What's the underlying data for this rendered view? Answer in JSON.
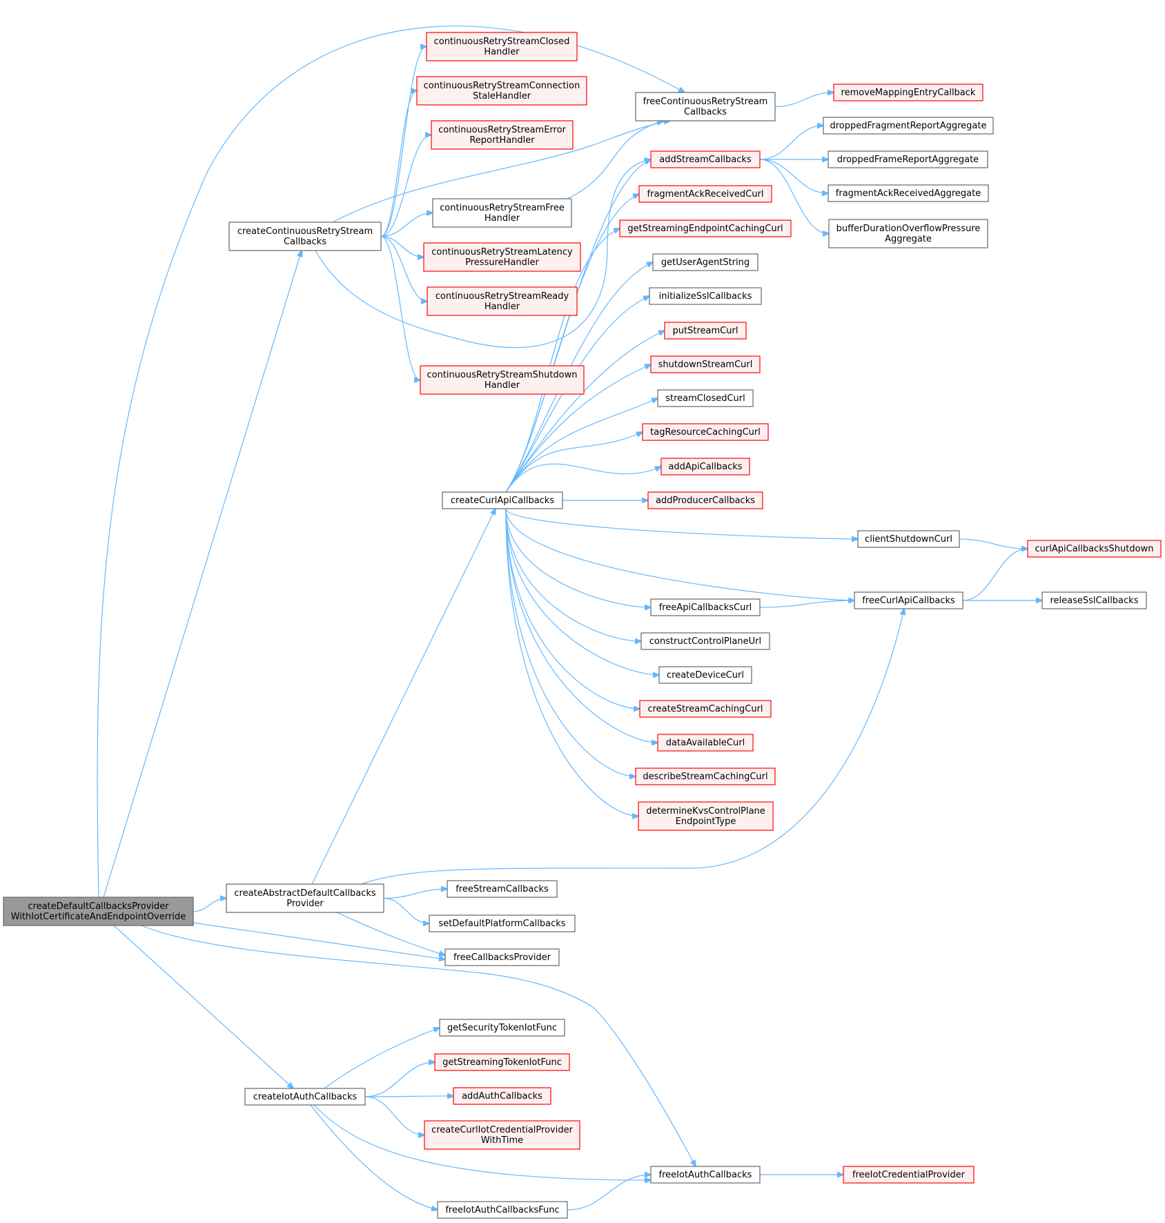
{
  "diagram": {
    "type": "call-graph",
    "colors": {
      "edge": "#63b8ff",
      "normal_fill": "#ffffff",
      "normal_border": "#666666",
      "red_fill": "#fff0f0",
      "red_border": "#ff0000",
      "root_fill": "#999999"
    },
    "nodes": [
      {
        "id": "root",
        "lines": [
          "createDefaultCallbacksProvider",
          "WithIotCertificateAndEndpointOverride"
        ],
        "style": "root"
      },
      {
        "id": "createContinuousRetryStreamCallbacks",
        "lines": [
          "createContinuousRetryStream",
          "Callbacks"
        ],
        "style": "normal"
      },
      {
        "id": "createAbstractDefaultCallbacksProvider",
        "lines": [
          "createAbstractDefaultCallbacks",
          "Provider"
        ],
        "style": "normal"
      },
      {
        "id": "createIotAuthCallbacks",
        "lines": [
          "createIotAuthCallbacks"
        ],
        "style": "normal"
      },
      {
        "id": "continuousRetryStreamClosedHandler",
        "lines": [
          "continuousRetryStreamClosed",
          "Handler"
        ],
        "style": "red"
      },
      {
        "id": "continuousRetryStreamConnectionStaleHandler",
        "lines": [
          "continuousRetryStreamConnection",
          "StaleHandler"
        ],
        "style": "red"
      },
      {
        "id": "continuousRetryStreamErrorReportHandler",
        "lines": [
          "continuousRetryStreamError",
          "ReportHandler"
        ],
        "style": "red"
      },
      {
        "id": "continuousRetryStreamFreeHandler",
        "lines": [
          "continuousRetryStreamFree",
          "Handler"
        ],
        "style": "normal"
      },
      {
        "id": "continuousRetryStreamLatencyPressureHandler",
        "lines": [
          "continuousRetryStreamLatency",
          "PressureHandler"
        ],
        "style": "red"
      },
      {
        "id": "continuousRetryStreamReadyHandler",
        "lines": [
          "continuousRetryStreamReady",
          "Handler"
        ],
        "style": "red"
      },
      {
        "id": "continuousRetryStreamShutdownHandler",
        "lines": [
          "continuousRetryStreamShutdown",
          "Handler"
        ],
        "style": "red"
      },
      {
        "id": "createCurlApiCallbacks",
        "lines": [
          "createCurlApiCallbacks"
        ],
        "style": "normal"
      },
      {
        "id": "freeStreamCallbacks",
        "lines": [
          "freeStreamCallbacks"
        ],
        "style": "normal"
      },
      {
        "id": "setDefaultPlatformCallbacks",
        "lines": [
          "setDefaultPlatformCallbacks"
        ],
        "style": "normal"
      },
      {
        "id": "freeCallbacksProvider",
        "lines": [
          "freeCallbacksProvider"
        ],
        "style": "normal"
      },
      {
        "id": "getSecurityTokenIotFunc",
        "lines": [
          "getSecurityTokenIotFunc"
        ],
        "style": "normal"
      },
      {
        "id": "getStreamingTokenIotFunc",
        "lines": [
          "getStreamingTokenIotFunc"
        ],
        "style": "red"
      },
      {
        "id": "addAuthCallbacks",
        "lines": [
          "addAuthCallbacks"
        ],
        "style": "red"
      },
      {
        "id": "createCurlIotCredentialProviderWithTime",
        "lines": [
          "createCurlIotCredentialProvider",
          "WithTime"
        ],
        "style": "red"
      },
      {
        "id": "freeIotAuthCallbacksFunc",
        "lines": [
          "freeIotAuthCallbacksFunc"
        ],
        "style": "normal"
      },
      {
        "id": "freeContinuousRetryStreamCallbacks",
        "lines": [
          "freeContinuousRetryStream",
          "Callbacks"
        ],
        "style": "normal"
      },
      {
        "id": "addStreamCallbacks",
        "lines": [
          "addStreamCallbacks"
        ],
        "style": "red"
      },
      {
        "id": "fragmentAckReceivedCurl",
        "lines": [
          "fragmentAckReceivedCurl"
        ],
        "style": "red"
      },
      {
        "id": "getStreamingEndpointCachingCurl",
        "lines": [
          "getStreamingEndpointCachingCurl"
        ],
        "style": "red"
      },
      {
        "id": "getUserAgentString",
        "lines": [
          "getUserAgentString"
        ],
        "style": "normal"
      },
      {
        "id": "initializeSslCallbacks",
        "lines": [
          "initializeSslCallbacks"
        ],
        "style": "normal"
      },
      {
        "id": "putStreamCurl",
        "lines": [
          "putStreamCurl"
        ],
        "style": "red"
      },
      {
        "id": "shutdownStreamCurl",
        "lines": [
          "shutdownStreamCurl"
        ],
        "style": "red"
      },
      {
        "id": "streamClosedCurl",
        "lines": [
          "streamClosedCurl"
        ],
        "style": "normal"
      },
      {
        "id": "tagResourceCachingCurl",
        "lines": [
          "tagResourceCachingCurl"
        ],
        "style": "red"
      },
      {
        "id": "addApiCallbacks",
        "lines": [
          "addApiCallbacks"
        ],
        "style": "red"
      },
      {
        "id": "addProducerCallbacks",
        "lines": [
          "addProducerCallbacks"
        ],
        "style": "red"
      },
      {
        "id": "freeApiCallbacksCurl",
        "lines": [
          "freeApiCallbacksCurl"
        ],
        "style": "normal"
      },
      {
        "id": "constructControlPlaneUrl",
        "lines": [
          "constructControlPlaneUrl"
        ],
        "style": "normal"
      },
      {
        "id": "createDeviceCurl",
        "lines": [
          "createDeviceCurl"
        ],
        "style": "normal"
      },
      {
        "id": "createStreamCachingCurl",
        "lines": [
          "createStreamCachingCurl"
        ],
        "style": "red"
      },
      {
        "id": "dataAvailableCurl",
        "lines": [
          "dataAvailableCurl"
        ],
        "style": "red"
      },
      {
        "id": "describeStreamCachingCurl",
        "lines": [
          "describeStreamCachingCurl"
        ],
        "style": "red"
      },
      {
        "id": "determineKvsControlPlaneEndpointType",
        "lines": [
          "determineKvsControlPlane",
          "EndpointType"
        ],
        "style": "red"
      },
      {
        "id": "freeIotAuthCallbacks",
        "lines": [
          "freeIotAuthCallbacks"
        ],
        "style": "normal"
      },
      {
        "id": "removeMappingEntryCallback",
        "lines": [
          "removeMappingEntryCallback"
        ],
        "style": "red"
      },
      {
        "id": "droppedFragmentReportAggregate",
        "lines": [
          "droppedFragmentReportAggregate"
        ],
        "style": "normal"
      },
      {
        "id": "droppedFrameReportAggregate",
        "lines": [
          "droppedFrameReportAggregate"
        ],
        "style": "normal"
      },
      {
        "id": "fragmentAckReceivedAggregate",
        "lines": [
          "fragmentAckReceivedAggregate"
        ],
        "style": "normal"
      },
      {
        "id": "bufferDurationOverflowPressureAggregate",
        "lines": [
          "bufferDurationOverflowPressure",
          "Aggregate"
        ],
        "style": "normal"
      },
      {
        "id": "clientShutdownCurl",
        "lines": [
          "clientShutdownCurl"
        ],
        "style": "normal"
      },
      {
        "id": "freeCurlApiCallbacks",
        "lines": [
          "freeCurlApiCallbacks"
        ],
        "style": "normal"
      },
      {
        "id": "freeIotCredentialProvider",
        "lines": [
          "freeIotCredentialProvider"
        ],
        "style": "red"
      },
      {
        "id": "curlApiCallbacksShutdown",
        "lines": [
          "curlApiCallbacksShutdown"
        ],
        "style": "red"
      },
      {
        "id": "releaseSslCallbacks",
        "lines": [
          "releaseSslCallbacks"
        ],
        "style": "normal"
      }
    ],
    "edges": [
      [
        "root",
        "createContinuousRetryStreamCallbacks"
      ],
      [
        "root",
        "freeContinuousRetryStreamCallbacks"
      ],
      [
        "root",
        "createAbstractDefaultCallbacksProvider"
      ],
      [
        "root",
        "freeCallbacksProvider"
      ],
      [
        "root",
        "createIotAuthCallbacks"
      ],
      [
        "root",
        "freeIotAuthCallbacks"
      ],
      [
        "createContinuousRetryStreamCallbacks",
        "continuousRetryStreamClosedHandler"
      ],
      [
        "createContinuousRetryStreamCallbacks",
        "continuousRetryStreamConnectionStaleHandler"
      ],
      [
        "createContinuousRetryStreamCallbacks",
        "continuousRetryStreamErrorReportHandler"
      ],
      [
        "createContinuousRetryStreamCallbacks",
        "freeContinuousRetryStreamCallbacks"
      ],
      [
        "createContinuousRetryStreamCallbacks",
        "continuousRetryStreamFreeHandler"
      ],
      [
        "createContinuousRetryStreamCallbacks",
        "continuousRetryStreamLatencyPressureHandler"
      ],
      [
        "createContinuousRetryStreamCallbacks",
        "continuousRetryStreamReadyHandler"
      ],
      [
        "createContinuousRetryStreamCallbacks",
        "addStreamCallbacks"
      ],
      [
        "createContinuousRetryStreamCallbacks",
        "continuousRetryStreamShutdownHandler"
      ],
      [
        "continuousRetryStreamFreeHandler",
        "freeContinuousRetryStreamCallbacks"
      ],
      [
        "freeContinuousRetryStreamCallbacks",
        "removeMappingEntryCallback"
      ],
      [
        "createAbstractDefaultCallbacksProvider",
        "createCurlApiCallbacks"
      ],
      [
        "createAbstractDefaultCallbacksProvider",
        "freeCurlApiCallbacks"
      ],
      [
        "createAbstractDefaultCallbacksProvider",
        "freeStreamCallbacks"
      ],
      [
        "createAbstractDefaultCallbacksProvider",
        "setDefaultPlatformCallbacks"
      ],
      [
        "createAbstractDefaultCallbacksProvider",
        "freeCallbacksProvider"
      ],
      [
        "createCurlApiCallbacks",
        "addStreamCallbacks"
      ],
      [
        "createCurlApiCallbacks",
        "fragmentAckReceivedCurl"
      ],
      [
        "createCurlApiCallbacks",
        "getStreamingEndpointCachingCurl"
      ],
      [
        "createCurlApiCallbacks",
        "getUserAgentString"
      ],
      [
        "createCurlApiCallbacks",
        "initializeSslCallbacks"
      ],
      [
        "createCurlApiCallbacks",
        "putStreamCurl"
      ],
      [
        "createCurlApiCallbacks",
        "shutdownStreamCurl"
      ],
      [
        "createCurlApiCallbacks",
        "streamClosedCurl"
      ],
      [
        "createCurlApiCallbacks",
        "tagResourceCachingCurl"
      ],
      [
        "createCurlApiCallbacks",
        "addApiCallbacks"
      ],
      [
        "createCurlApiCallbacks",
        "addProducerCallbacks"
      ],
      [
        "createCurlApiCallbacks",
        "clientShutdownCurl"
      ],
      [
        "createCurlApiCallbacks",
        "freeCurlApiCallbacks"
      ],
      [
        "createCurlApiCallbacks",
        "freeApiCallbacksCurl"
      ],
      [
        "createCurlApiCallbacks",
        "constructControlPlaneUrl"
      ],
      [
        "createCurlApiCallbacks",
        "createDeviceCurl"
      ],
      [
        "createCurlApiCallbacks",
        "createStreamCachingCurl"
      ],
      [
        "createCurlApiCallbacks",
        "dataAvailableCurl"
      ],
      [
        "createCurlApiCallbacks",
        "describeStreamCachingCurl"
      ],
      [
        "createCurlApiCallbacks",
        "determineKvsControlPlaneEndpointType"
      ],
      [
        "addStreamCallbacks",
        "droppedFragmentReportAggregate"
      ],
      [
        "addStreamCallbacks",
        "droppedFrameReportAggregate"
      ],
      [
        "addStreamCallbacks",
        "fragmentAckReceivedAggregate"
      ],
      [
        "addStreamCallbacks",
        "bufferDurationOverflowPressureAggregate"
      ],
      [
        "clientShutdownCurl",
        "curlApiCallbacksShutdown"
      ],
      [
        "freeApiCallbacksCurl",
        "freeCurlApiCallbacks"
      ],
      [
        "freeCurlApiCallbacks",
        "curlApiCallbacksShutdown"
      ],
      [
        "freeCurlApiCallbacks",
        "releaseSslCallbacks"
      ],
      [
        "createIotAuthCallbacks",
        "getSecurityTokenIotFunc"
      ],
      [
        "createIotAuthCallbacks",
        "getStreamingTokenIotFunc"
      ],
      [
        "createIotAuthCallbacks",
        "addAuthCallbacks"
      ],
      [
        "createIotAuthCallbacks",
        "createCurlIotCredentialProviderWithTime"
      ],
      [
        "createIotAuthCallbacks",
        "freeIotAuthCallbacks"
      ],
      [
        "createIotAuthCallbacks",
        "freeIotAuthCallbacksFunc"
      ],
      [
        "freeIotAuthCallbacksFunc",
        "freeIotAuthCallbacks"
      ],
      [
        "freeIotAuthCallbacks",
        "freeIotCredentialProvider"
      ]
    ]
  }
}
